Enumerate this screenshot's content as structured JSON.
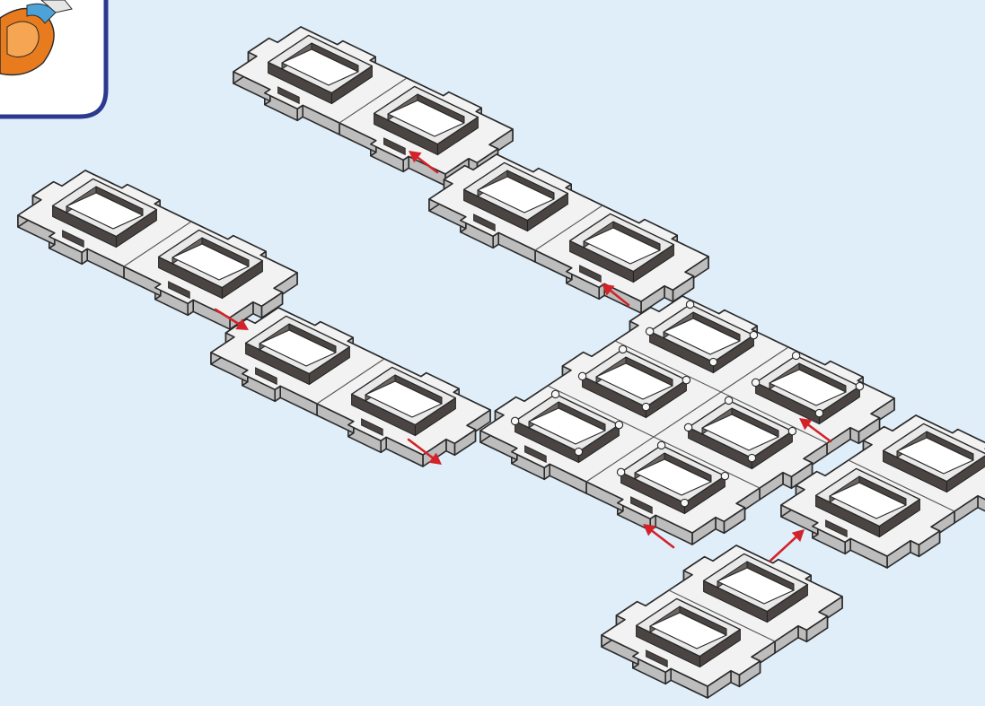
{
  "colors": {
    "background": "#dfeef9",
    "tile_top": "#f2f2f2",
    "tile_side": "#bdbdbd",
    "socket_wall": "#4a4542",
    "socket_rim": "#e9e9e9",
    "socket_hole": "#ffffff",
    "arrow": "#d2232a",
    "inset_border": "#2b3a8e",
    "inset_fill": "#ffffff",
    "inset_art_orange": "#e87b1e",
    "inset_art_blue": "#4da3d8"
  },
  "icons": {
    "arrow": "red-arrow-icon",
    "inset": "assembly-thumbnail-icon"
  },
  "pieces": [
    {
      "name": "piece-top-pair",
      "type": "double-tile"
    },
    {
      "name": "piece-upper-middle-pair",
      "type": "double-tile"
    },
    {
      "name": "piece-left-pair",
      "type": "double-tile"
    },
    {
      "name": "piece-middle-pair",
      "type": "double-tile"
    },
    {
      "name": "piece-center-grid",
      "type": "grid-2x3"
    },
    {
      "name": "piece-right-pair",
      "type": "double-tile"
    },
    {
      "name": "piece-bottom-pair",
      "type": "double-tile"
    }
  ],
  "arrows": [
    {
      "name": "arrow-upper-middle-to-top"
    },
    {
      "name": "arrow-grid-to-upper-middle"
    },
    {
      "name": "arrow-left-to-middle"
    },
    {
      "name": "arrow-middle-to-grid"
    },
    {
      "name": "arrow-right-to-grid"
    },
    {
      "name": "arrow-bottom-to-grid"
    },
    {
      "name": "arrow-bottom-to-right"
    }
  ]
}
